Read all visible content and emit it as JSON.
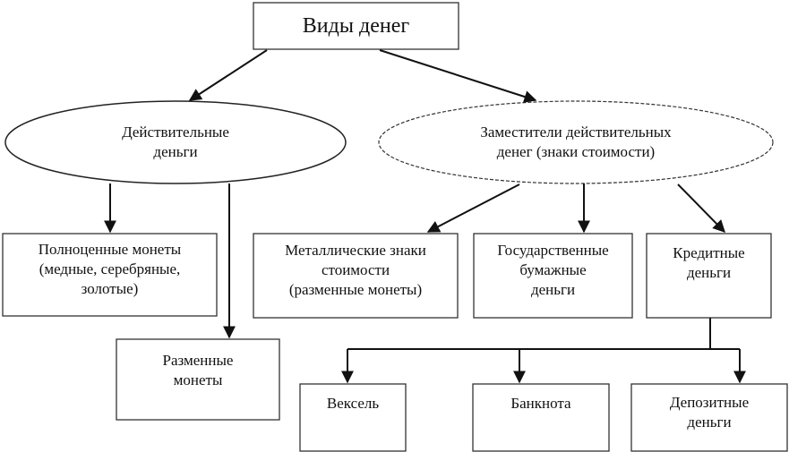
{
  "diagram": {
    "root": "Виды денег",
    "real_money": "Действительные\nденьги",
    "substitutes": "Заместители действительных\nденег (знаки стоимости)",
    "full_coins": "Полноценные монеты\n(медные, серебряные,\nзолотые)",
    "change_coins": "Разменные\nмонеты",
    "metal_tokens": "Металлические знаки\nстоимости\n(разменные монеты)",
    "state_paper": "Государственные\nбумажные\nденьги",
    "credit_money": "Кредитные\nденьги",
    "bill": "Вексель",
    "banknote": "Банкнота",
    "deposit_money": "Депозитные\nденьги"
  }
}
